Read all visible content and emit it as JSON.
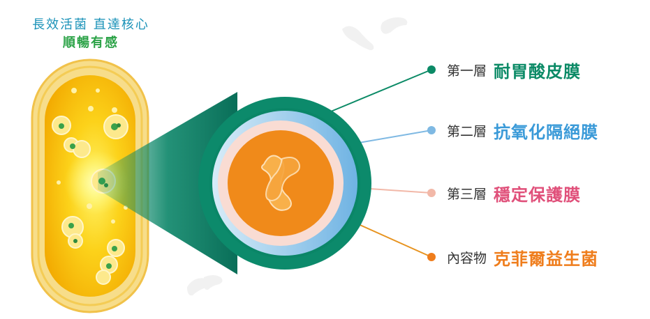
{
  "headline": {
    "line1": "長效活菌 直達核心",
    "line2": "順暢有感"
  },
  "layers": [
    {
      "label": "第一層",
      "name": "耐胃酸皮膜",
      "color": "#0b8a66"
    },
    {
      "label": "第二層",
      "name": "抗氧化隔絕膜",
      "color": "#3a9ad8"
    },
    {
      "label": "第三層",
      "name": "穩定保護膜",
      "color": "#e0507a"
    },
    {
      "label": "內容物",
      "name": "克菲爾益生菌",
      "color": "#ef7d1c"
    }
  ]
}
